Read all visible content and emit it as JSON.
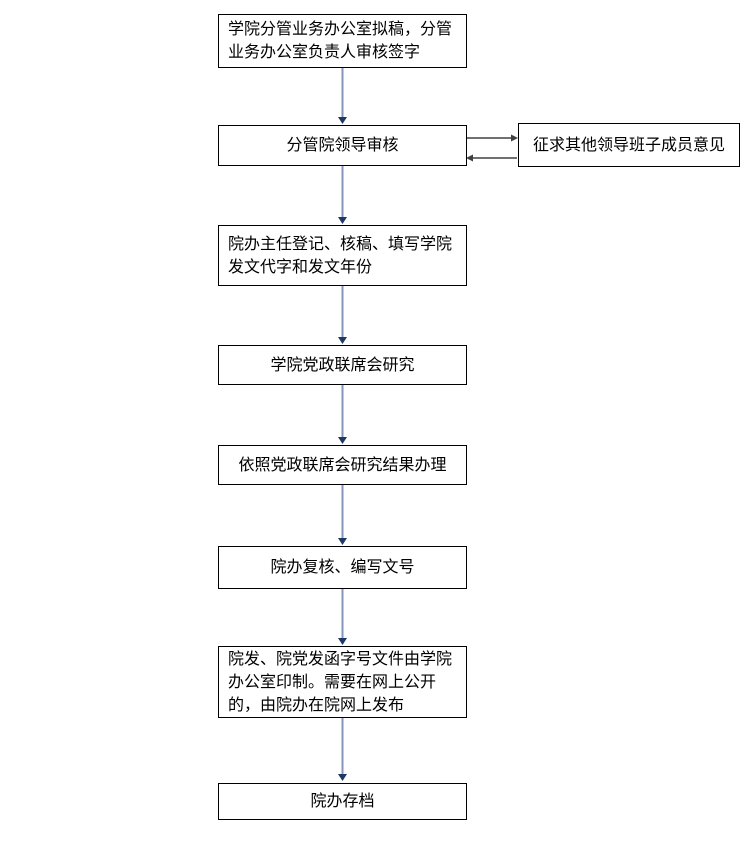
{
  "diagram": {
    "type": "flowchart",
    "title": "",
    "nodes": [
      {
        "id": "draft",
        "lines": [
          "学院分管业务办公室拟稿，分管",
          "业务办公室负责人审核签字"
        ]
      },
      {
        "id": "leader-review",
        "lines": [
          "分管院领导审核"
        ]
      },
      {
        "id": "consult",
        "lines": [
          "征求其他领导班子成员意见"
        ]
      },
      {
        "id": "registration",
        "lines": [
          "院办主任登记、核稿、填写学院",
          "发文代字和发文年份"
        ]
      },
      {
        "id": "joint-meeting",
        "lines": [
          "学院党政联席会研究"
        ]
      },
      {
        "id": "follow-results",
        "lines": [
          "依照党政联席会研究结果办理"
        ]
      },
      {
        "id": "review-number",
        "lines": [
          "院办复核、编写文号"
        ]
      },
      {
        "id": "print-publish",
        "lines": [
          "院发、院党发函字号文件由学院",
          "办公室印制。需要在网上公开",
          "的，由院办在院网上发布"
        ]
      },
      {
        "id": "archive",
        "lines": [
          "院办存档"
        ]
      }
    ],
    "edges": [
      {
        "from": "draft",
        "to": "leader-review",
        "style": "flow-down"
      },
      {
        "from": "leader-review",
        "to": "consult",
        "style": "feedback-right"
      },
      {
        "from": "consult",
        "to": "leader-review",
        "style": "feedback-left"
      },
      {
        "from": "leader-review",
        "to": "registration",
        "style": "flow-down"
      },
      {
        "from": "registration",
        "to": "joint-meeting",
        "style": "flow-down"
      },
      {
        "from": "joint-meeting",
        "to": "follow-results",
        "style": "flow-down"
      },
      {
        "from": "follow-results",
        "to": "review-number",
        "style": "flow-down"
      },
      {
        "from": "review-number",
        "to": "print-publish",
        "style": "flow-down"
      },
      {
        "from": "print-publish",
        "to": "archive",
        "style": "flow-down"
      }
    ],
    "colors": {
      "background": "#ffffff",
      "box_border": "#000000",
      "box_fill": "#ffffff",
      "text": "#000000",
      "flow_arrow_line": "#8494ba",
      "flow_arrow_head": "#1f3864",
      "feedback_arrow": "#404040"
    }
  }
}
